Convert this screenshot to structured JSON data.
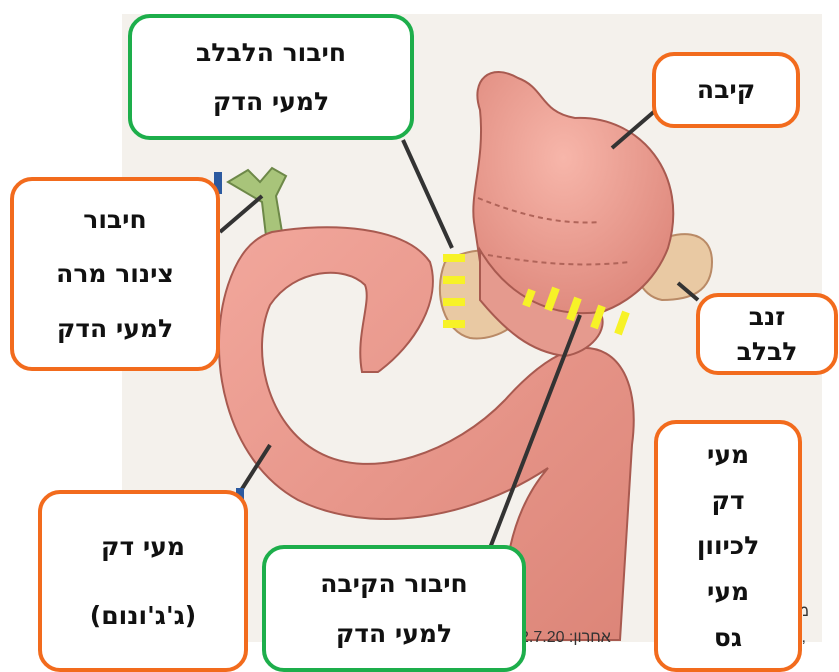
{
  "labels": {
    "stomach": "קיבה",
    "pancreas_tail": {
      "line1": "זנב",
      "line2": "לבלב"
    },
    "pancreas_connection": {
      "line1": "חיבור הלבלב",
      "line2": "למעי הדק"
    },
    "bile_duct_connection": {
      "line1": "חיבור",
      "line2": "צינור מרה",
      "line3": "למעי הדק"
    },
    "small_intestine": {
      "line1": "מעי דק",
      "line2": "(ג'ג'ונום)"
    },
    "stomach_connection": {
      "line1": "חיבור הקיבה",
      "line2": "למעי הדק"
    },
    "small_intestine_direction": {
      "line1": "מעי",
      "line2": "דק",
      "line3": "לכיוון",
      "line4": "מעי",
      "line5": "גס"
    }
  },
  "captions": {
    "line1": "מין",
    "line2": ", וד",
    "line3": "אחרון: 2.7.20"
  },
  "colors": {
    "label_border_orange": "#f26b1d",
    "label_border_green": "#1dae4b",
    "staple_marks": "#f7f227",
    "tissue": "#e8958a",
    "pancreas": "#e9c9a3",
    "bile_duct": "#a8c47a"
  }
}
